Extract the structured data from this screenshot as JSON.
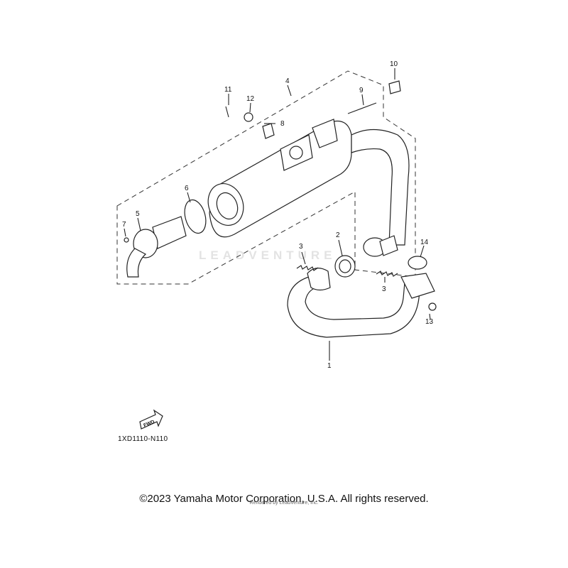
{
  "diagram": {
    "code": "1XD1110-N110",
    "fwd_label": "FWD",
    "watermark": "LEADVENTURE",
    "callouts": [
      "1",
      "2",
      "3",
      "3",
      "4",
      "5",
      "6",
      "7",
      "8",
      "9",
      "10",
      "11",
      "12",
      "13",
      "14"
    ]
  },
  "footer": {
    "copyright": "©2023 Yamaha Motor Corporation, U.S.A. All rights reserved.",
    "rendered_by": "Rendered by LeadVenture, Inc."
  }
}
